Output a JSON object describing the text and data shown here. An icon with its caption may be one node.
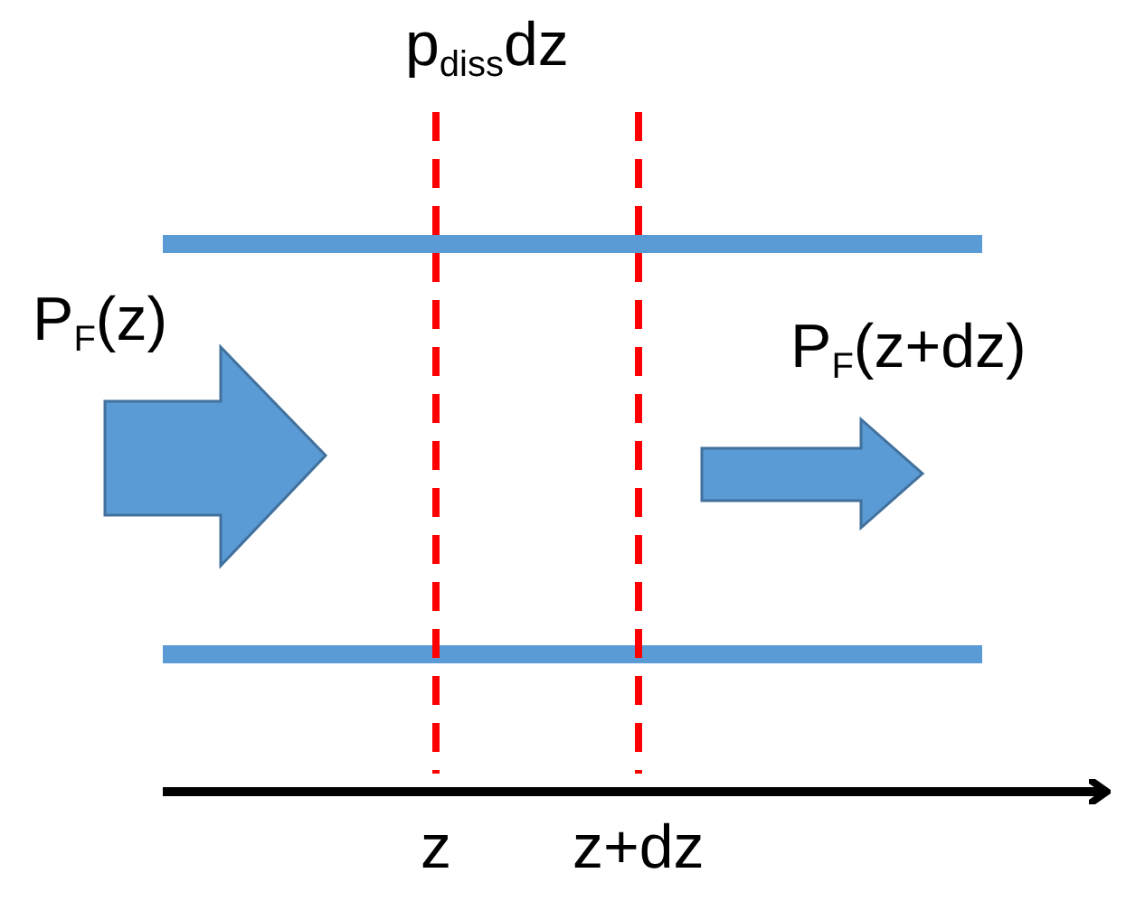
{
  "diagram": {
    "labels": [
      "p$_{diss}$dz",
      "P$_{F}$(z)",
      "P$_{F}$(z+dz)",
      "z",
      "z+dz"
    ]
  }
}
